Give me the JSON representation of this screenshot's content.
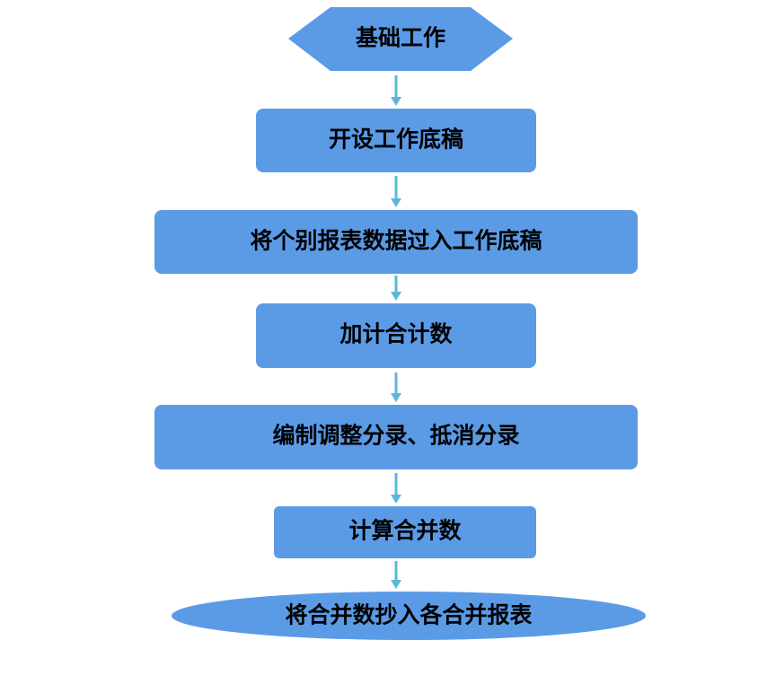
{
  "diagram": {
    "colors": {
      "node_fill": "#5b9be6",
      "arrow": "#5bb7d9",
      "text": "#000000"
    },
    "nodes": [
      {
        "id": "start",
        "shape": "hexagon",
        "label": "基础工作"
      },
      {
        "id": "step-1",
        "shape": "rounded-rect",
        "label": "开设工作底稿"
      },
      {
        "id": "step-2",
        "shape": "rounded-rect",
        "label": "将个别报表数据过入工作底稿"
      },
      {
        "id": "step-3",
        "shape": "rounded-rect",
        "label": "加计合计数"
      },
      {
        "id": "step-4",
        "shape": "rounded-rect",
        "label": "编制调整分录、抵消分录"
      },
      {
        "id": "step-5",
        "shape": "rounded-rect",
        "label": "计算合并数"
      },
      {
        "id": "end",
        "shape": "ellipse",
        "label": "将合并数抄入各合并报表"
      }
    ],
    "edges": [
      {
        "from": "start",
        "to": "step-1"
      },
      {
        "from": "step-1",
        "to": "step-2"
      },
      {
        "from": "step-2",
        "to": "step-3"
      },
      {
        "from": "step-3",
        "to": "step-4"
      },
      {
        "from": "step-4",
        "to": "step-5"
      },
      {
        "from": "step-5",
        "to": "end"
      }
    ]
  }
}
